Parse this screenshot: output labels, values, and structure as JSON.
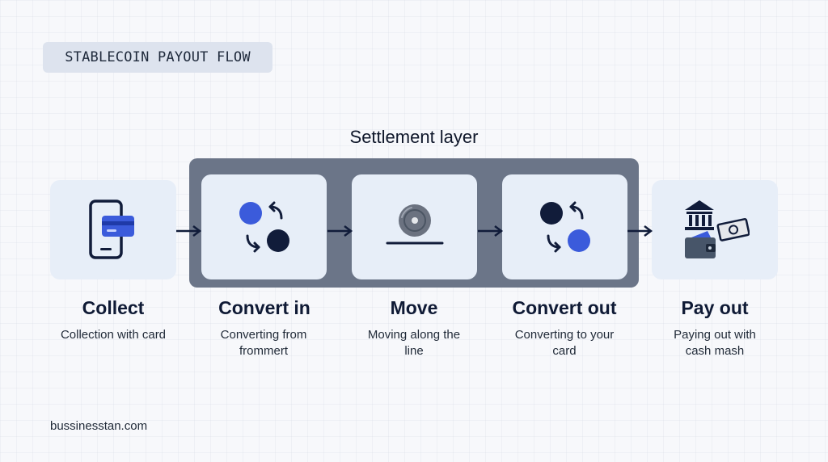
{
  "header": {
    "flow_label": "STABLECOIN PAYOUT FLOW"
  },
  "settlement": {
    "title": "Settlement layer"
  },
  "steps": [
    {
      "title": "Collect",
      "description": "Collection with card",
      "icon": "phone-card-icon"
    },
    {
      "title": "Convert in",
      "description": "Converting from frommert",
      "icon": "convert-in-icon"
    },
    {
      "title": "Move",
      "description": "Moving along the line",
      "icon": "disc-icon"
    },
    {
      "title": "Convert out",
      "description": "Converting to your card",
      "icon": "convert-out-icon"
    },
    {
      "title": "Pay out",
      "description": "Paying out with cash mash",
      "icon": "bank-wallet-cash-icon"
    }
  ],
  "footer": {
    "site": "bussinesstan.com"
  },
  "colors": {
    "accent_blue": "#3b5bdb",
    "navy": "#111c3a",
    "settlement_box": "#6b7588",
    "card_bg": "#e7eef8"
  }
}
